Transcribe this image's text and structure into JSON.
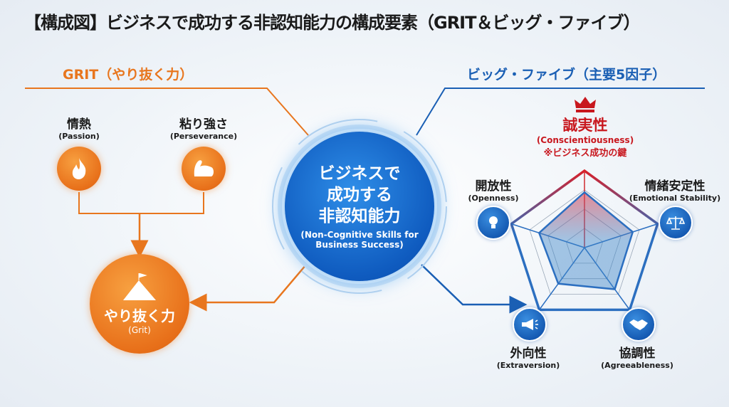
{
  "title": "【構成図】ビジネスで成功する非認知能力の構成要素（GRIT＆ビッグ・ファイブ）",
  "grit_section": {
    "heading": "GRIT（やり抜く力）",
    "passion": {
      "jp": "情熱",
      "en": "(Passion)",
      "icon": "flame-icon"
    },
    "perseverance": {
      "jp": "粘り強さ",
      "en": "(Perseverance)",
      "icon": "flexed-arm-icon"
    },
    "grit": {
      "jp": "やり抜く力",
      "en": "(Grit)",
      "icon": "mountain-flag-icon"
    }
  },
  "center": {
    "line1": "ビジネスで",
    "line2": "成功する",
    "line3": "非認知能力",
    "en1": "(Non-Cognitive Skills for",
    "en2": "Business Success)"
  },
  "big_five_section": {
    "heading": "ビッグ・ファイブ（主要5因子）",
    "conscientiousness": {
      "jp": "誠実性",
      "en": "(Conscientiousness)",
      "note": "※ビジネス成功の鍵",
      "icon": "crown-icon"
    },
    "emotional_stability": {
      "jp": "情緒安定性",
      "en": "(Emotional Stability)",
      "icon": "scales-icon"
    },
    "agreeableness": {
      "jp": "協調性",
      "en": "(Agreeableness)",
      "icon": "handshake-icon"
    },
    "extraversion": {
      "jp": "外向性",
      "en": "(Extraversion)",
      "icon": "megaphone-icon"
    },
    "openness": {
      "jp": "開放性",
      "en": "(Openness)",
      "icon": "lightbulb-icon"
    }
  },
  "radar": {
    "axes": [
      "Conscientiousness",
      "Emotional Stability",
      "Agreeableness",
      "Extraversion",
      "Openness"
    ],
    "values": [
      0.72,
      0.66,
      0.67,
      0.58,
      0.62
    ],
    "max": 1,
    "rings": 4
  },
  "colors": {
    "orange": "#e8761e",
    "blue": "#1a5fb4",
    "red": "#c8171e"
  }
}
